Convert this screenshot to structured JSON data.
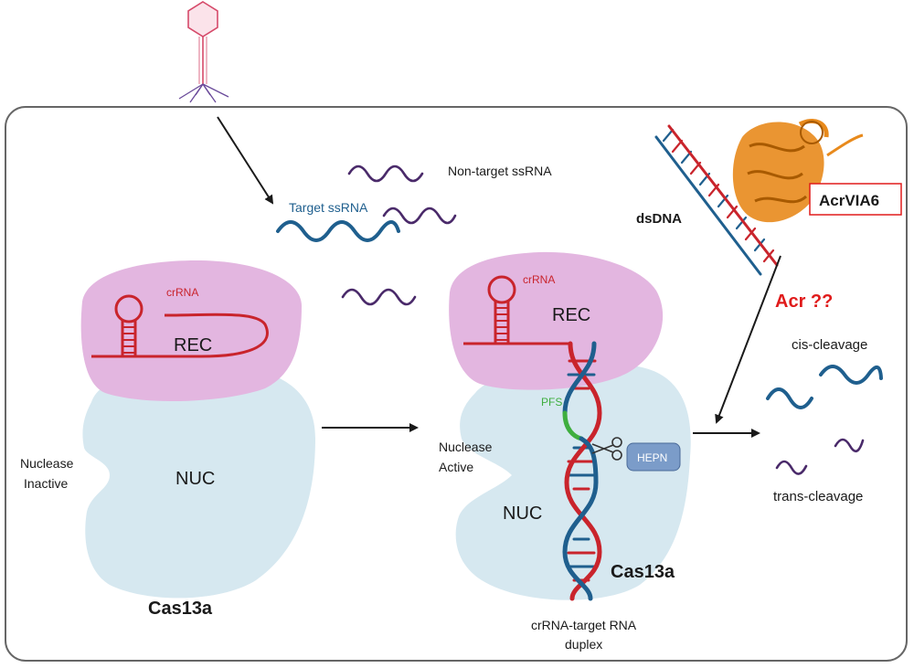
{
  "labels": {
    "target_ssrna": "Target ssRNA",
    "non_target_ssrna": "Non-target ssRNA",
    "crrna_left": "crRNA",
    "rec_left": "REC",
    "nuc_left": "NUC",
    "nuclease_inactive_1": "Nuclease",
    "nuclease_inactive_2": "Inactive",
    "cas13a_left": "Cas13a",
    "crrna_middle": "crRNA",
    "rec_middle": "REC",
    "pfs": "PFS",
    "hepn": "HEPN",
    "nuclease_active_1": "Nuclease",
    "nuclease_active_2": "Active",
    "nuc_middle": "NUC",
    "cas13a_middle": "Cas13a",
    "duplex_1": "crRNA-target RNA",
    "duplex_2": "duplex",
    "dsdna": "dsDNA",
    "acrvia6": "AcrVIA6",
    "acr_question": "Acr ??",
    "cis_cleavage": "cis-cleavage",
    "trans_cleavage": "trans-cleavage"
  },
  "colors": {
    "rec": "#e3b6e0",
    "nuc": "#d6e8f0",
    "crrna": "#c9242c",
    "target_rna": "#1f5f8e",
    "non_target_rna": "#4a2a6a",
    "pfs": "#3fae3f",
    "hepn": "#7b9cc9",
    "acr_red": "#e01b1b",
    "acr_protein": "#e88a1c",
    "phage": "#d64a6a"
  }
}
